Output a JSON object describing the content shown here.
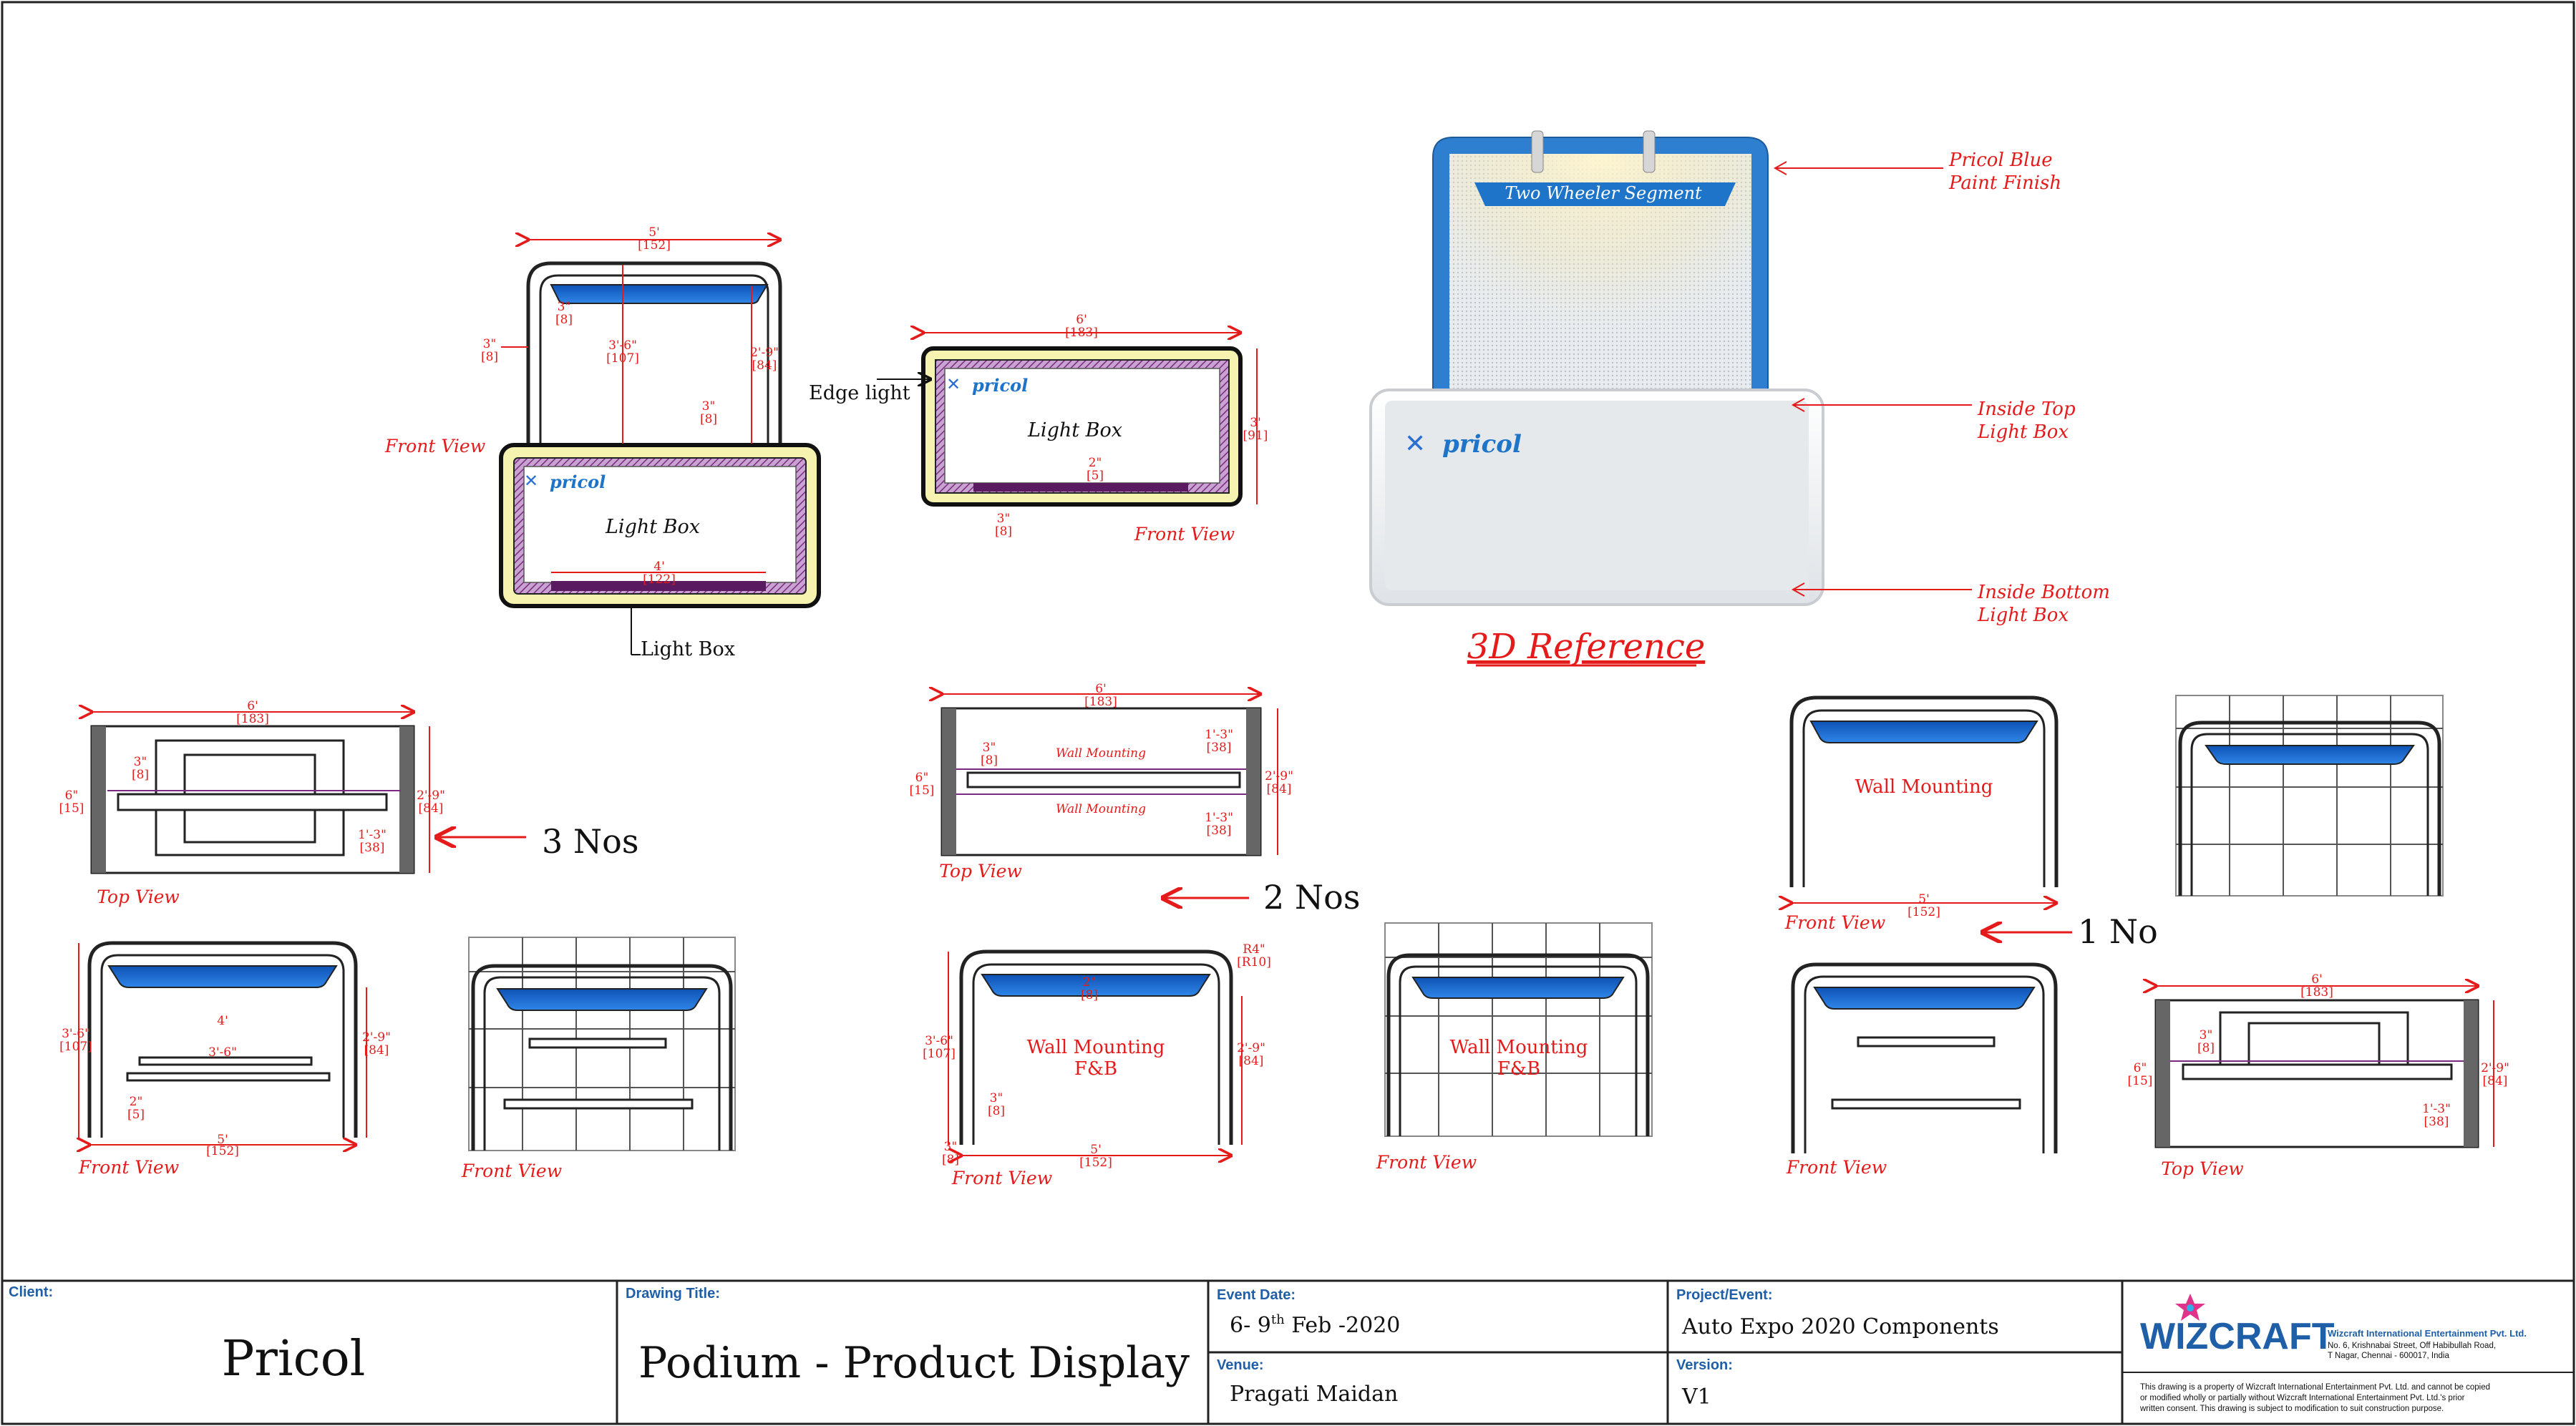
{
  "labels": {
    "front_view": "Front View",
    "top_view": "Top View",
    "light_box": "Light Box",
    "edge_light": "Edge light",
    "wall_mounting": "Wall Mounting",
    "wall_mounting_fb_1": "Wall Mounting",
    "wall_mounting_fb_2": "F&B",
    "three_d_reference": "3D Reference",
    "segment_banner": "Two Wheeler Segment",
    "brand_logo": "pricol"
  },
  "callouts": {
    "blue_paint_1": "Pricol Blue",
    "blue_paint_2": "Paint Finish",
    "inside_top_1": "Inside Top",
    "inside_top_2": "Light Box",
    "inside_bottom_1": "Inside Bottom",
    "inside_bottom_2": "Light Box"
  },
  "quantities": {
    "three": "3 Nos",
    "two": "2 Nos",
    "one": "1 No"
  },
  "dimensions": {
    "d5ft": "5'",
    "d5ft_cm": "[152]",
    "d6ft": "6'",
    "d6ft_cm": "[183]",
    "d3in": "3\"",
    "d3in_cm": "[8]",
    "d2in": "2\"",
    "d2in_cm": "[5]",
    "d4ft": "4'",
    "d4ft_cm": "[122]",
    "d3ft6": "3'-6\"",
    "d3ft6_cm": "[107]",
    "d2ft9": "2'-9\"",
    "d2ft9_cm": "[84]",
    "d3ft": "3'",
    "d3ft_cm": "[91]",
    "d1ft3": "1'-3\"",
    "d1ft3_cm": "[38]",
    "d6in": "6\"",
    "d6in_cm": "[15]",
    "r4in": "R4\"",
    "r4in_cm": "[R10]"
  },
  "title_block": {
    "client_label": "Client:",
    "client": "Pricol",
    "drawing_title_label": "Drawing Title:",
    "drawing_title": "Podium - Product Display",
    "event_date_label": "Event Date:",
    "event_date_pre": "6- 9",
    "event_date_sup": "th",
    "event_date_post": " Feb -2020",
    "venue_label": "Venue:",
    "venue": "Pragati Maidan",
    "project_label": "Project/Event:",
    "project": "Auto Expo 2020 Components",
    "version_label": "Version:",
    "version": "V1",
    "company_logo": "WIZCRAFT",
    "company_name": "Wizcraft International Entertainment Pvt. Ltd.",
    "company_address_1": "No. 6, Krishnabai Street, Off Habibullah Road,",
    "company_address_2": "T Nagar, Chennai - 600017, India",
    "disclaimer_1": "This drawing is a property of Wizcraft International Entertainment Pvt. Ltd. and cannot be copied",
    "disclaimer_2": "or modified wholly or partially without Wizcraft International Entertainment Pvt. Ltd.'s prior",
    "disclaimer_3": "written consent. This drawing is subject to modification to suit construction purpose."
  },
  "colors": {
    "dimension_red": "#e51b1b",
    "pricol_blue": "#1e74c8",
    "lightbox_yellow": "#f6f2b0",
    "lightbox_purple": "#8a2a86",
    "wizcraft_blue": "#1f5fa8"
  }
}
